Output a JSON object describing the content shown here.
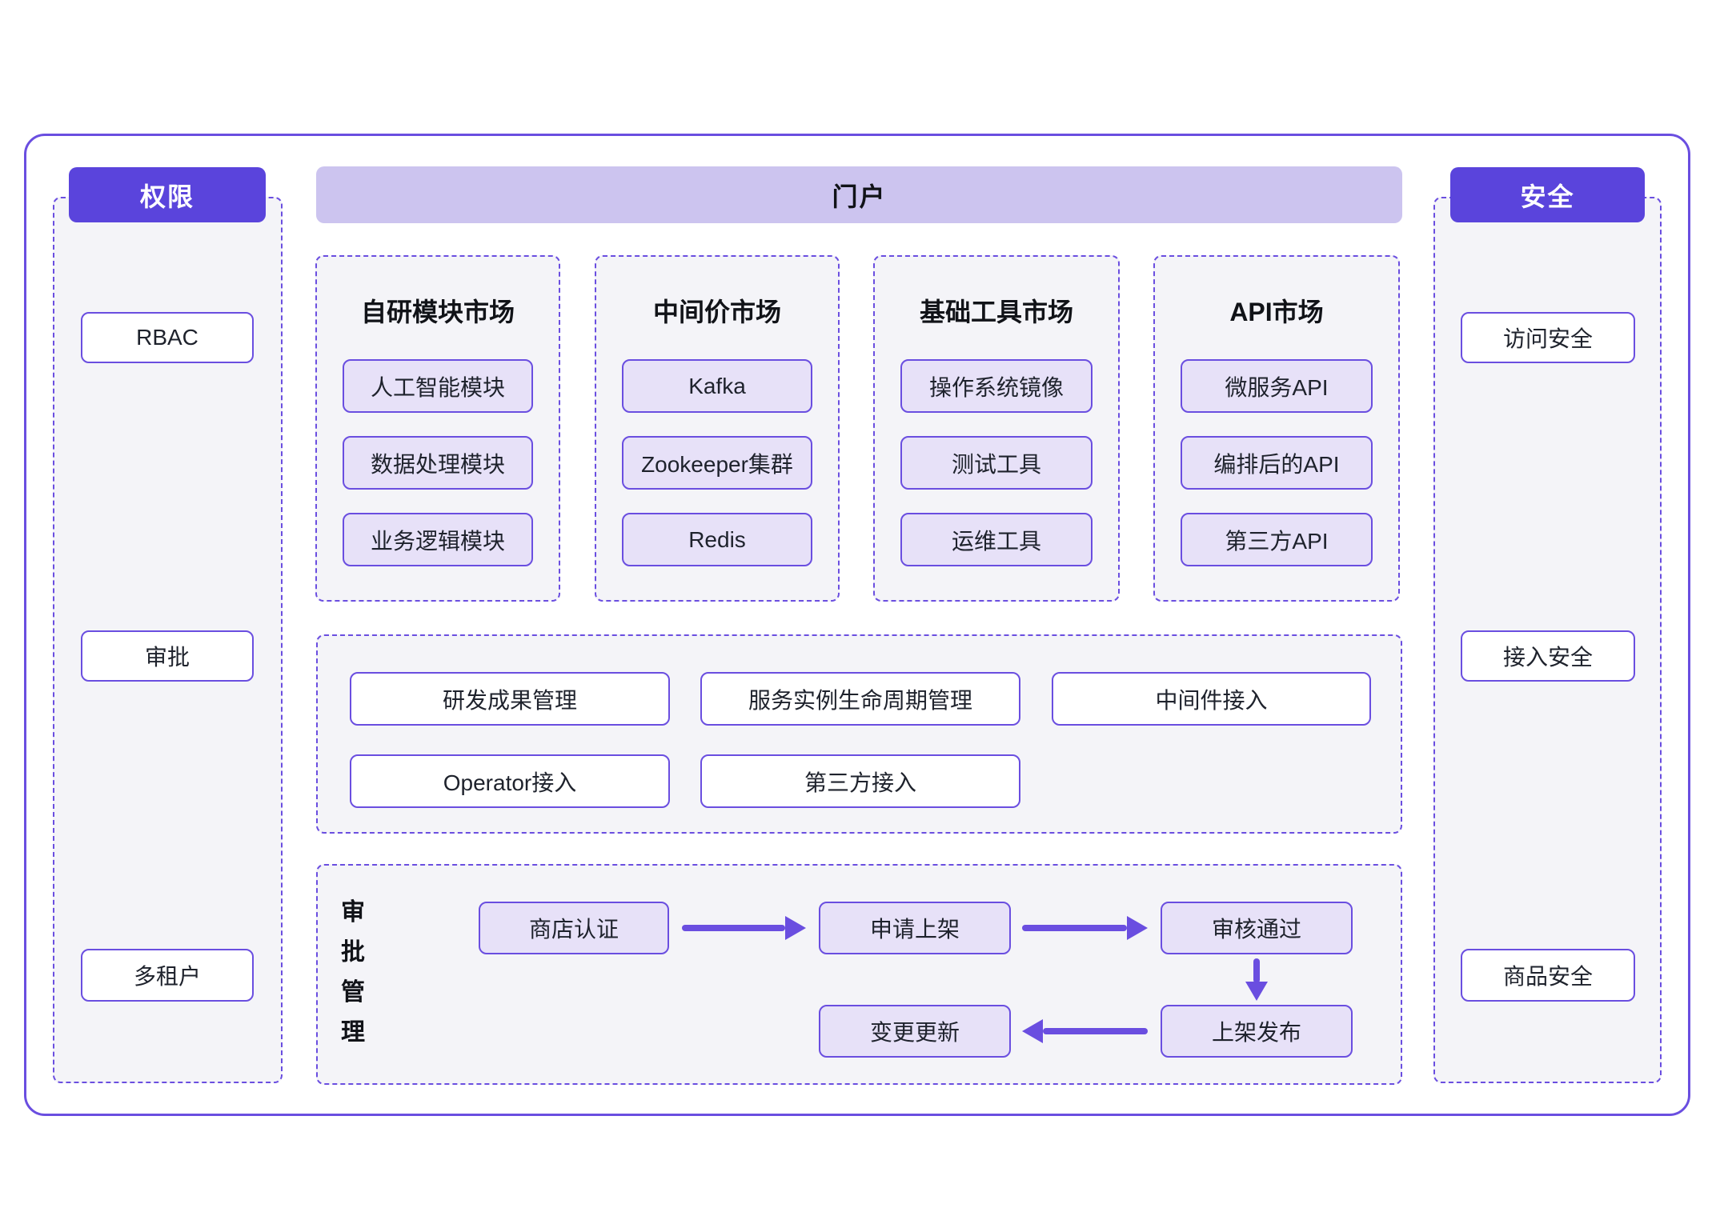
{
  "colors": {
    "accent_purple": "#5a44dc",
    "border_purple": "#6a4ee0",
    "portal_header_bg": "#ccc4ef",
    "item_fill_lavender": "#e7e1f8",
    "panel_bg": "#f4f4f8"
  },
  "left_panel": {
    "header": "权限",
    "items": [
      "RBAC",
      "审批",
      "多租户"
    ]
  },
  "portal": {
    "header": "门户"
  },
  "markets": [
    {
      "title": "自研模块市场",
      "items": [
        "人工智能模块",
        "数据处理模块",
        "业务逻辑模块"
      ]
    },
    {
      "title": "中间价市场",
      "items": [
        "Kafka",
        "Zookeeper集群",
        "Redis"
      ]
    },
    {
      "title": "基础工具市场",
      "items": [
        "操作系统镜像",
        "测试工具",
        "运维工具"
      ]
    },
    {
      "title": "API市场",
      "items": [
        "微服务API",
        "编排后的API",
        "第三方API"
      ]
    }
  ],
  "management": {
    "row1": [
      "研发成果管理",
      "服务实例生命周期管理",
      "中间件接入"
    ],
    "row2": [
      "Operator接入",
      "第三方接入"
    ]
  },
  "approval": {
    "label": "审批管理",
    "steps": [
      "商店认证",
      "申请上架",
      "审核通过",
      "上架发布",
      "变更更新"
    ]
  },
  "right_panel": {
    "header": "安全",
    "items": [
      "访问安全",
      "接入安全",
      "商品安全"
    ]
  }
}
